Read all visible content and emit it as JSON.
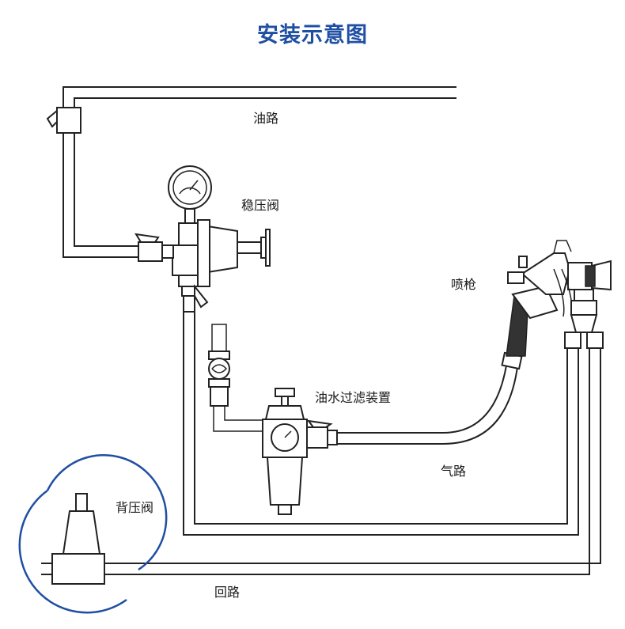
{
  "title": "安装示意图",
  "colors": {
    "title": "#1f4fa3",
    "line": "#222222",
    "circle": "#1f4fa3"
  },
  "labels": {
    "oil_line": "油路",
    "regulator": "稳压阀",
    "spray_gun": "喷枪",
    "filter": "油水过滤装置",
    "air_line": "气路",
    "back_pressure_valve": "背压阀",
    "return_line": "回路"
  }
}
